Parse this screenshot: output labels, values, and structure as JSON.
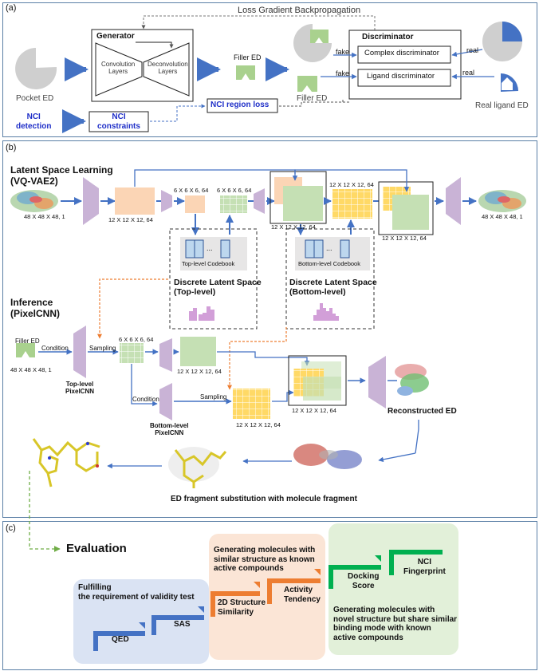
{
  "panel_a": {
    "label": "(a)",
    "loss_backprop": "Loss Gradient Backpropagation",
    "generator": "Generator",
    "conv_layers": [
      "Convolution",
      "Layers"
    ],
    "deconv_layers": [
      "Deconvolution",
      "Layers"
    ],
    "pocket_ed": "Pocket ED",
    "filler_ed_mid": "Filler ED",
    "filler_ed_bottom": "Filler ED",
    "fake_top": "fake",
    "fake_bottom": "fake",
    "discriminator": "Discriminator",
    "complex_disc": "Complex discriminator",
    "ligand_disc": "Ligand discriminator",
    "real_top": "real",
    "real_bottom": "real",
    "real_ligand_ed": "Real ligand ED",
    "nci_detection": [
      "NCI",
      "detection"
    ],
    "nci_constraints": [
      "NCI",
      "constraints"
    ],
    "nci_region_loss": "NCI region loss"
  },
  "panel_b": {
    "label": "(b)",
    "latent_title": [
      "Latent Space Learning",
      "(VQ-VAE2)"
    ],
    "inference_title": [
      "Inference",
      "(PixelCNN)"
    ],
    "dim_in": "48 X 48 X 48, 1",
    "dim_12a": "12 X 12 X 12, 64",
    "dim_6a": "6 X 6 X 6, 64",
    "dim_6b": "6 X 6 X 6, 64",
    "dim_12b": "12 X 12 X 12, 64",
    "dim_12c": "12 X 12 X 12, 64",
    "dim_12d": "12 X 12 X 12, 64",
    "dim_out": "48 X 48 X 48, 1",
    "top_codebook": "Top-level Codebook",
    "bottom_codebook": "Bottom-level Codebook",
    "ellipsis": "...",
    "latent_top": [
      "Discrete Latent Space",
      "(Top-level)"
    ],
    "latent_bottom": [
      "Discrete Latent Space",
      "(Bottom-level)"
    ],
    "filler_ed": "Filler ED",
    "dim_inf_in": "48 X 48 X 48, 1",
    "condition1": "Condition",
    "sampling1": "Sampling",
    "dim_inf_6": "6 X 6 X 6, 64",
    "top_pixelcnn": [
      "Top-level",
      "PixelCNN"
    ],
    "dim_inf_12a": "12 X 12 X 12, 64",
    "condition2": "Condition",
    "sampling2": "Sampling",
    "bottom_pixelcnn": [
      "Bottom-level",
      "PixelCNN"
    ],
    "dim_inf_12b": "12 X 12 X 12, 64",
    "dim_inf_12c": "12 X 12 X 12, 64",
    "reconstructed_ed": "Reconstructed ED",
    "substitution": "ED fragment substitution with molecule fragment"
  },
  "panel_c": {
    "label": "(c)",
    "evaluation": "Evaluation",
    "validity": [
      "Fulfilling",
      "the requirement of validity test"
    ],
    "qed": "QED",
    "sas": "SAS",
    "similar_text": [
      "Generating molecules with",
      "similar structure as known",
      "active compounds"
    ],
    "structure_sim": [
      "2D Structure",
      "Similarity"
    ],
    "activity": [
      "Activity",
      "Tendency"
    ],
    "docking": [
      "Docking",
      "Score"
    ],
    "nci_fp": [
      "NCI",
      "Fingerprint"
    ],
    "novel_text": [
      "Generating molecules with",
      "novel structure but share similar",
      "binding mode with known",
      "active compounds"
    ]
  },
  "colors": {
    "arrow_blue": "#4472c4",
    "panel_border": "#5b7fa6",
    "generator_green": "#a9d18e",
    "peach": "#fbd5b5",
    "light_green": "#c5e0b4",
    "yellow": "#ffd966",
    "lilac": "#c9b3d6",
    "orange": "#ed7d31",
    "stage_blue": "#4472c4",
    "stage_orange": "#ed7d31",
    "stage_green": "#00b050",
    "box_blue_bg": "#dae3f3",
    "box_peach_bg": "#fbe5d6",
    "box_green_bg": "#e2f0d9",
    "label_navy": "#1f2fc8"
  }
}
